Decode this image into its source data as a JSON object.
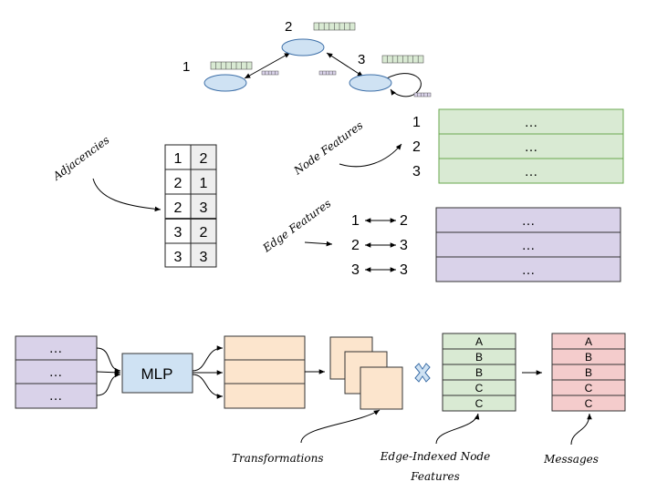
{
  "graph": {
    "nodes": [
      "1",
      "2",
      "3"
    ]
  },
  "adjacencies": {
    "label": "Adjacencies",
    "rows": [
      [
        "1",
        "2"
      ],
      [
        "2",
        "1"
      ],
      [
        "2",
        "3"
      ],
      [
        "3",
        "2"
      ],
      [
        "3",
        "3"
      ]
    ]
  },
  "node_features": {
    "label": "Node Features",
    "ids": [
      "1",
      "2",
      "3"
    ],
    "cells": [
      "…",
      "…",
      "…"
    ]
  },
  "edge_features": {
    "label": "Edge Features",
    "edges": [
      {
        "from": "1",
        "to": "2"
      },
      {
        "from": "2",
        "to": "3"
      },
      {
        "from": "3",
        "to": "3"
      }
    ],
    "cells": [
      "…",
      "…",
      "…"
    ]
  },
  "pipeline": {
    "input_cells": [
      "…",
      "…",
      "…"
    ],
    "mlp_label": "MLP",
    "transformations_label": "Transformations",
    "edge_indexed_label_line1": "Edge-Indexed Node",
    "edge_indexed_label_line2": "Features",
    "edge_indexed_cells": [
      "A",
      "B",
      "B",
      "C",
      "C"
    ],
    "messages_label": "Messages",
    "messages_cells": [
      "A",
      "B",
      "B",
      "C",
      "C"
    ]
  },
  "colors": {
    "node_fill": "#cfe2f3",
    "node_feature_fill": "#d9ead3",
    "edge_feature_fill": "#d9d2e9",
    "mlp_fill": "#cfe2f3",
    "transform_fill": "#fce5cd",
    "message_fill": "#f4cccc",
    "multiply_fill": "#cfe2f3"
  }
}
